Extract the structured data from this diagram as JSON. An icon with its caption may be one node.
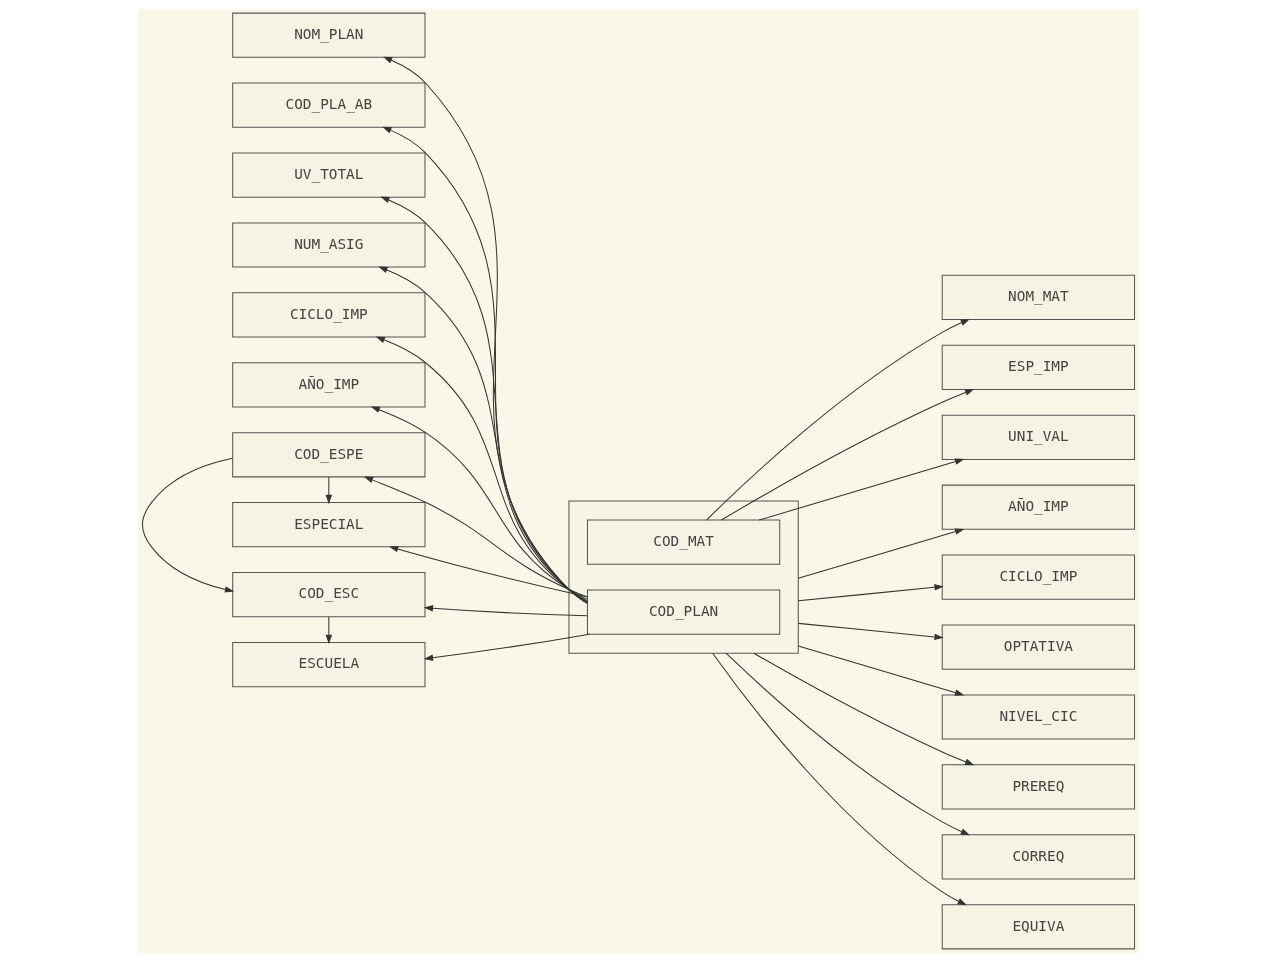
{
  "diagram": {
    "nodes": [
      {
        "text": [
          "NOM_PLAN"
        ]
      },
      {
        "text": [
          "COD_PLA_AB"
        ]
      },
      {
        "text": [
          "UV_TOTAL"
        ]
      },
      {
        "text": [
          "NUM_ASIG"
        ]
      },
      {
        "text": [
          "CICLO_IMP"
        ]
      },
      {
        "text": [
          "AÑO_IMP"
        ]
      },
      {
        "text": [
          "COD_ESPE"
        ]
      },
      {
        "text": [
          "ESPECIAL"
        ]
      },
      {
        "text": [
          "COD_ESC"
        ]
      },
      {
        "text": [
          "ESCUELA"
        ]
      },
      {
        "text": [],
        "shape": "box"
      },
      {
        "text": [
          "COD_MAT"
        ],
        "in": 10
      },
      {
        "text": [
          "COD_PLAN"
        ],
        "in": 10
      },
      {
        "text": [
          "NOM_MAT"
        ]
      },
      {
        "text": [
          "ESP_IMP"
        ]
      },
      {
        "text": [
          "UNI_VAL"
        ]
      },
      {
        "text": [
          "AÑO_IMP"
        ]
      },
      {
        "text": [
          "CICLO_IMP"
        ]
      },
      {
        "text": [
          "OPTATIVA"
        ]
      },
      {
        "text": [
          "NIVEL_CIC"
        ]
      },
      {
        "text": [
          "PREREQ"
        ]
      },
      {
        "text": [
          "CORREQ"
        ]
      },
      {
        "text": [
          "EQUIVA"
        ]
      }
    ],
    "edges": [
      {
        "from": 12,
        "to": 0,
        "arrow": "to"
      },
      {
        "from": 12,
        "to": 1,
        "arrow": "to"
      },
      {
        "from": 12,
        "to": 2,
        "arrow": "to"
      },
      {
        "from": 12,
        "to": 3,
        "arrow": "to"
      },
      {
        "from": 12,
        "to": 4,
        "arrow": "to"
      },
      {
        "from": 12,
        "to": 5,
        "arrow": "to"
      },
      {
        "from": 12,
        "to": 6,
        "arrow": "to"
      },
      {
        "from": 12,
        "to": 7,
        "arrow": "to"
      },
      {
        "from": 12,
        "to": 8,
        "arrow": "to"
      },
      {
        "from": 12,
        "to": 9,
        "arrow": "to"
      },
      {
        "from": 6,
        "to": 7,
        "arrow": "to"
      },
      {
        "from": 6,
        "to": 8,
        "arrow": "to"
      },
      {
        "from": 8,
        "to": 9,
        "arrow": "to"
      },
      {
        "from": 11,
        "to": 13,
        "arrow": "to"
      },
      {
        "from": 11,
        "to": 14,
        "arrow": "to"
      },
      {
        "from": 11,
        "to": 15,
        "arrow": "to"
      },
      {
        "from": 10,
        "to": 16,
        "arrow": "to"
      },
      {
        "from": 10,
        "to": 17,
        "arrow": "to"
      },
      {
        "from": 10,
        "to": 18,
        "arrow": "to"
      },
      {
        "from": 10,
        "to": 19,
        "arrow": "to"
      },
      {
        "from": 10,
        "to": 20,
        "arrow": "to"
      },
      {
        "from": 10,
        "to": 21,
        "arrow": "to"
      },
      {
        "from": 10,
        "to": 22,
        "arrow": "to"
      }
    ]
  }
}
